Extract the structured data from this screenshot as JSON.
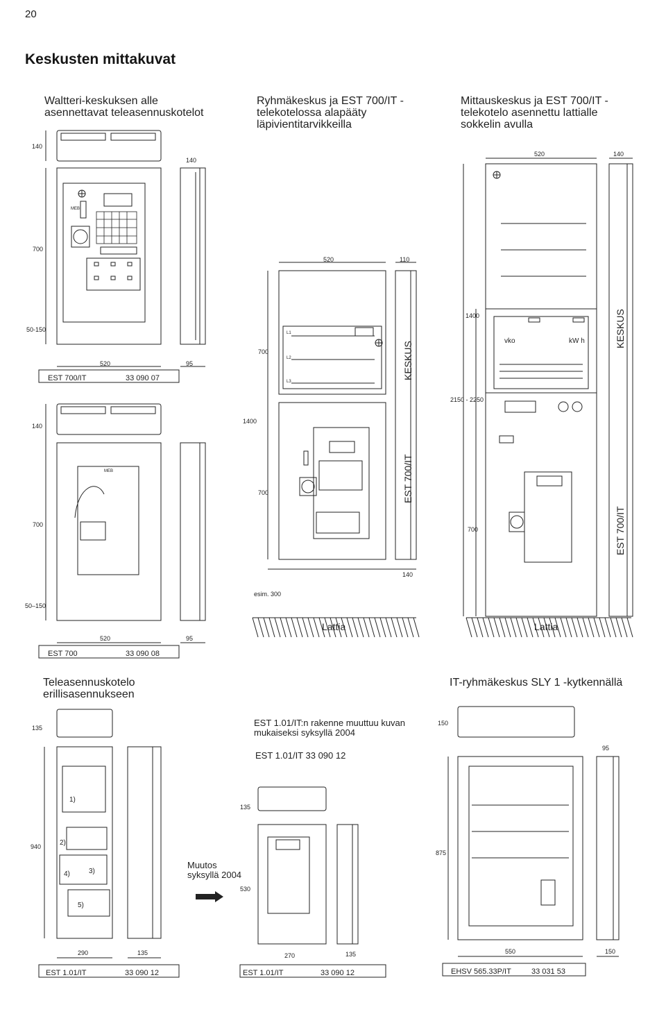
{
  "page_number": "20",
  "heading": "Keskusten mittakuvat",
  "captions": {
    "col1": "Waltteri-keskuksen alle asennettavat teleasennuskotelot",
    "col2": "Ryhmäkeskus ja EST 700/IT -telekotelossa alapääty läpivientitarvikkeilla",
    "col3": "Mittauskeskus ja EST 700/IT -telekotelo asennettu lattialle sokkelin avulla",
    "row3_left": "Teleasennuskotelo erillisasennukseen",
    "row3_right": "IT-ryhmäkeskus SLY 1 -kytkennällä",
    "row3_mid_note": "EST 1.01/IT:n rakenne muuttuu kuvan mukaiseksi syksyllä 2004",
    "row3_mid_title": "EST 1.01/IT   33 090 12",
    "muutos": "Muutos syksyllä 2004"
  },
  "dimensions": {
    "d140": "140",
    "d700": "700",
    "d50_150a": "50-150",
    "d50_150b": "50–150",
    "d520": "520",
    "d95": "95",
    "d110": "110",
    "d1400": "1400",
    "d2150": "2150 - 2250",
    "esim": "esim. 300",
    "d135": "135",
    "d940": "940",
    "d530": "530",
    "d290": "290",
    "d270": "270",
    "d150": "150",
    "d875": "875",
    "d550": "550"
  },
  "product_codes": {
    "est700it_name": "EST 700/IT",
    "est700it_code": "33 090 07",
    "est700_name": "EST 700",
    "est700_code": "33 090 08",
    "est101a_name": "EST 1.01/IT",
    "est101a_code": "33 090 12",
    "est101b_name": "EST 1.01/IT",
    "est101b_code": "33 090 12",
    "ehsv_name": "EHSV 565.33P/IT",
    "ehsv_code": "33 031 53"
  },
  "labels": {
    "keskus": "KESKUS",
    "est700it": "EST 700/IT",
    "lattia": "Lattia",
    "vko": "vko",
    "kwh": "kW h",
    "meb": "MEB",
    "l1": "L1",
    "l2": "L2",
    "l3": "L3",
    "n1": "1)",
    "n2": "2)",
    "n3": "3)",
    "n4": "4)",
    "n5": "5)"
  }
}
